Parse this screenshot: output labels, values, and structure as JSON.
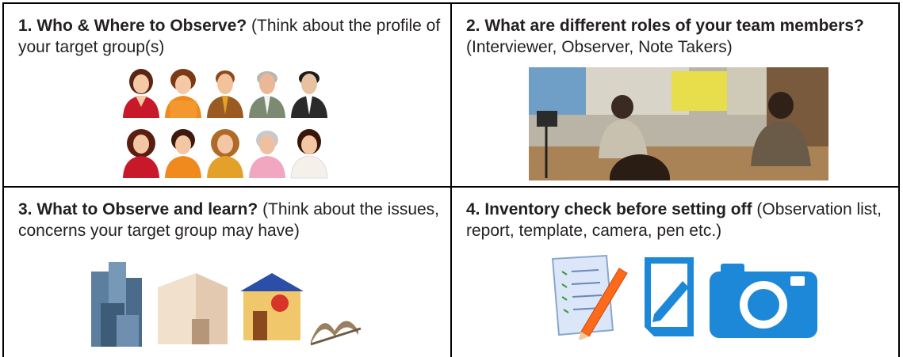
{
  "cells": [
    {
      "title": "1.  Who & Where to Observe?",
      "rest": " (Think about the profile of your target group(s)"
    },
    {
      "title": "2.  What are different roles of your team members?",
      "rest": " (Interviewer, Observer, Note Takers)"
    },
    {
      "title": "3.  What to Observe and learn?",
      "rest": " (Think about the issues, concerns your target group may have)"
    },
    {
      "title": "4. Inventory check before setting off",
      "rest": " (Observation list, report, template, camera, pen etc.)"
    }
  ],
  "colors": {
    "border": "#000000",
    "text": "#231f20",
    "camera": "#1e88d8",
    "pencil": "#ff6a1a"
  }
}
